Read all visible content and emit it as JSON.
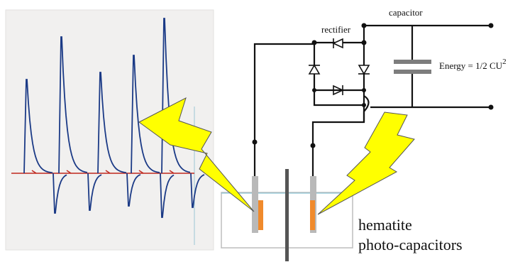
{
  "labels": {
    "capacitor": "capacitor",
    "rectifier": "rectifier",
    "energy": "Energy = 1/2 CU",
    "energy_exponent": "2",
    "hematite": "hematite",
    "photo_capacitors": "photo-capacitors"
  },
  "colors": {
    "panel_bg": "#f1f0ef",
    "trace_blue": "#1b3a86",
    "trace_red": "#c0281e",
    "wire": "#111111",
    "capacitor_plate": "#7d7d7d",
    "bolt_fill": "#ffff00",
    "bolt_stroke": "#555555",
    "electrode_gray": "#b9b9b9",
    "hematite_orange": "#f08a2c",
    "cell_outline": "#bdbdbd",
    "separator": "#555555",
    "water_line": "#8fc6d6"
  },
  "icons": [
    "diode-icon",
    "capacitor-icon",
    "lightning-bolt-icon",
    "electrode-icon"
  ]
}
